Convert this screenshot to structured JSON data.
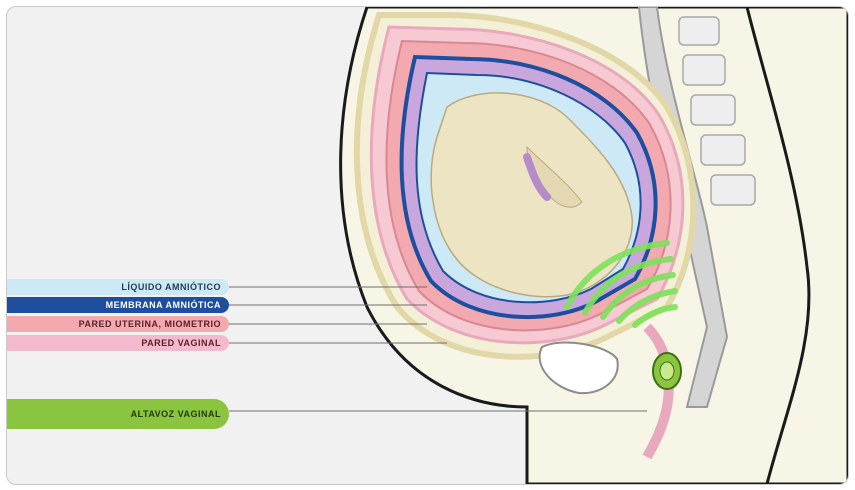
{
  "labels": {
    "amniotic_fluid": "LÍQUIDO AMNIÓTICO",
    "amniotic_membrane": "MEMBRANA AMNIÓTICA",
    "uterine_wall": "PARED UTERINA, MIOMETRIO",
    "vaginal_wall": "PARED VAGINAL",
    "vaginal_speaker": "ALTAVOZ VAGINAL"
  },
  "colors": {
    "amniotic_fluid": "#cde9f6",
    "amniotic_membrane": "#1d4f9e",
    "uterine_wall": "#f2a9b0",
    "vaginal_wall": "#f3b9cc",
    "vaginal_speaker": "#8bc53f",
    "sound_waves": "#7ee25a",
    "fetus": "#ede4c3"
  },
  "icons": [
    "speaker-icon",
    "sound-waves-icon"
  ]
}
